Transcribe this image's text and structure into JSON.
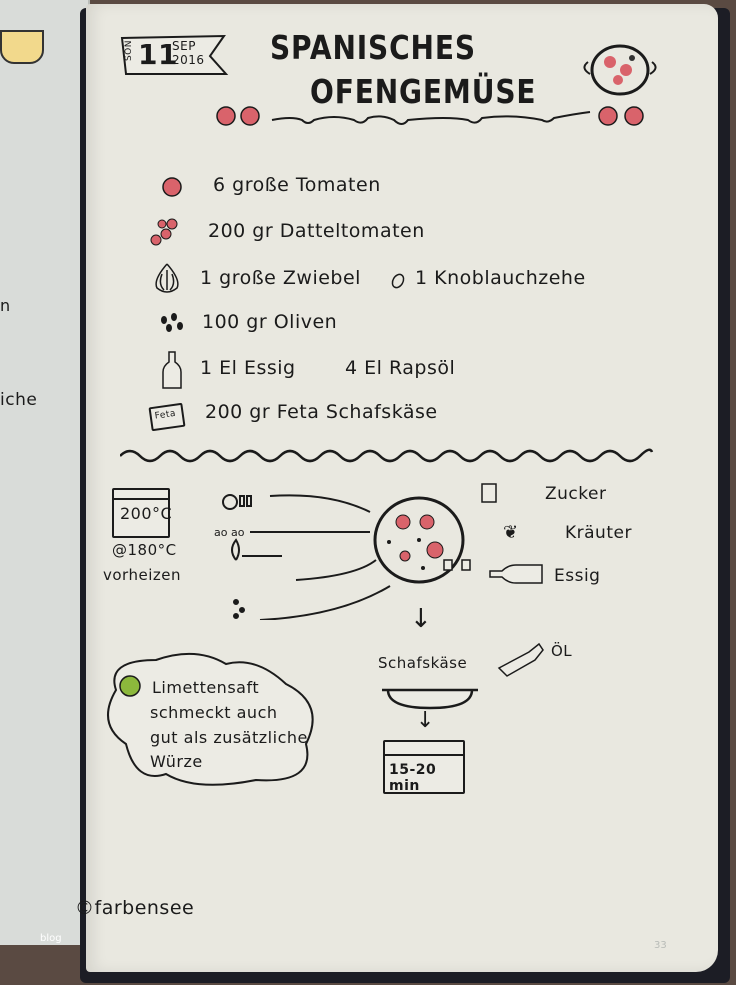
{
  "left_page": {
    "fragment_1": "n",
    "fragment_2": "iche"
  },
  "date": {
    "weekday": "SON",
    "day": "11",
    "month": "SEP",
    "year": "2016"
  },
  "title": {
    "line1": "SPANISCHES",
    "line2": "OFENGEMÜSE"
  },
  "ingredients": [
    {
      "icon": "tomato-icon",
      "text": "6 große Tomaten"
    },
    {
      "icon": "cherry-tomatoes-icon",
      "text": "200 gr  Datteltomaten"
    },
    {
      "icon": "onion-icon",
      "text": "1 große Zwiebel",
      "extra_icon": "garlic-clove-icon",
      "extra": "1 Knoblauchzehe"
    },
    {
      "icon": "olives-icon",
      "text": "100 gr  Oliven"
    },
    {
      "icon": "bottle-icon",
      "text": "1 El  Essig",
      "extra": "4 El  Rapsöl"
    },
    {
      "icon": "feta-icon",
      "icon_label": "Feta",
      "text": "200 gr  Feta  Schafskäse"
    }
  ],
  "steps": {
    "oven_temp": "200°C",
    "fan_temp": "@180°C",
    "preheat": "vorheizen",
    "add_sugar": "Zucker",
    "add_herbs": "Kräuter",
    "add_vinegar": "Essig",
    "cheese": "Schafskäse",
    "oil": "ÖL",
    "time": "15-20 min"
  },
  "tip": {
    "lines": [
      "Limettensaft",
      "schmeckt auch",
      "gut als zusätzliche",
      "Würze"
    ]
  },
  "footer": {
    "credit": "©farbensee",
    "blog": "blog",
    "page_number": "33"
  },
  "colors": {
    "tomato": "#d9636b",
    "lime": "#8cb83c",
    "paper": "#e9e8e0"
  }
}
